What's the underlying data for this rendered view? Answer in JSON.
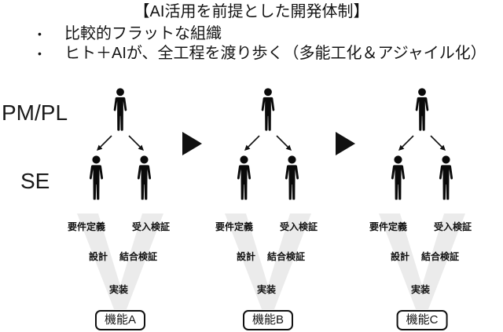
{
  "title": "【AI活用を前提とした開発体制】",
  "bullets": {
    "marker": "•",
    "items": [
      "比較的フラットな組織",
      "ヒト＋AIが、全工程を渡り歩く（多能工化＆アジャイル化）"
    ]
  },
  "roles": {
    "pm": "PM/PL",
    "se": "SE"
  },
  "v_model": {
    "watermark_letter": "V",
    "stages": {
      "requirements": "要件定義",
      "acceptance": "受入検証",
      "design": "設計",
      "integration": "結合検証",
      "implementation": "実装"
    }
  },
  "groups": [
    {
      "function_label": "機能A"
    },
    {
      "function_label": "機能B"
    },
    {
      "function_label": "機能C"
    }
  ],
  "icons": {
    "person": "person-icon",
    "delegation": "delegation-arrows-icon",
    "flow": "flow-triangle-icon"
  },
  "colors": {
    "ink": "#141414",
    "figure": "#0a0a0a",
    "v_watermark": "#ebebeb",
    "background": "#ffffff"
  }
}
